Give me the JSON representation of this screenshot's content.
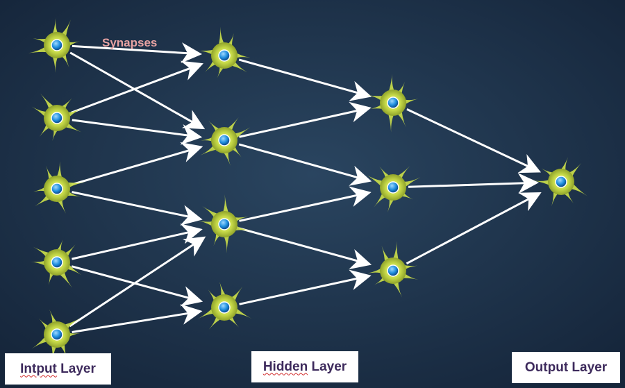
{
  "diagram": {
    "synapse_label": "Synapses",
    "layer_labels": {
      "input": {
        "underlined": "Intput",
        "rest": " Layer"
      },
      "hidden": {
        "underlined": "Hidden",
        "rest": " Layer"
      },
      "output": {
        "plain": "Output Layer"
      }
    },
    "layers": [
      {
        "id": "input",
        "neurons": 5
      },
      {
        "id": "hidden",
        "neurons": 4
      },
      {
        "id": "hidden2",
        "neurons": 3
      },
      {
        "id": "output",
        "neurons": 1
      }
    ],
    "connections": [
      [
        "i0",
        "h0"
      ],
      [
        "i0",
        "h1"
      ],
      [
        "i1",
        "h0"
      ],
      [
        "i1",
        "h1"
      ],
      [
        "i2",
        "h1"
      ],
      [
        "i2",
        "h2"
      ],
      [
        "i3",
        "h2"
      ],
      [
        "i3",
        "h3"
      ],
      [
        "i4",
        "h2"
      ],
      [
        "i4",
        "h3"
      ],
      [
        "h0",
        "g0"
      ],
      [
        "h1",
        "g0"
      ],
      [
        "h1",
        "g1"
      ],
      [
        "h2",
        "g1"
      ],
      [
        "h2",
        "g2"
      ],
      [
        "h3",
        "g2"
      ],
      [
        "g0",
        "o0"
      ],
      [
        "g1",
        "o0"
      ],
      [
        "g2",
        "o0"
      ]
    ],
    "colors": {
      "background": "#1d3047",
      "neuron_body": "#c9dc4a",
      "nucleus": "#1f8fe0",
      "arrow": "#ffffff",
      "synapse_label": "#e8a3a3"
    }
  }
}
